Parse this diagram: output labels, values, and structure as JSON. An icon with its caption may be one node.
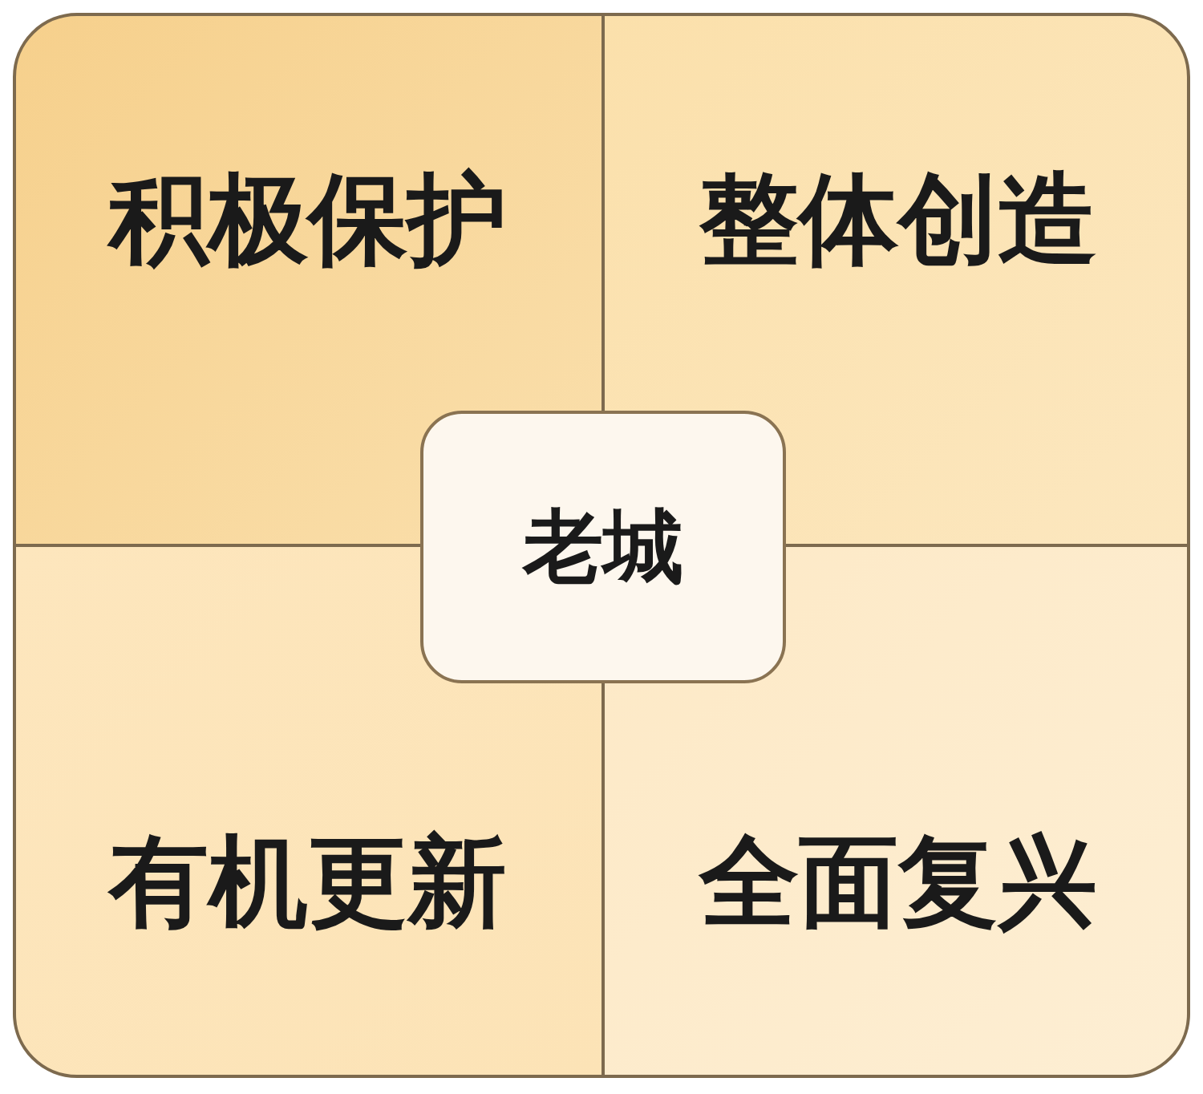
{
  "diagram": {
    "nodes": [
      {
        "text": [
          "积极保护"
        ]
      },
      {
        "text": [
          "整体创造"
        ]
      },
      {
        "text": [
          "老城"
        ]
      },
      {
        "text": [
          "有机更新"
        ]
      },
      {
        "text": [
          "全面复兴"
        ]
      }
    ]
  }
}
